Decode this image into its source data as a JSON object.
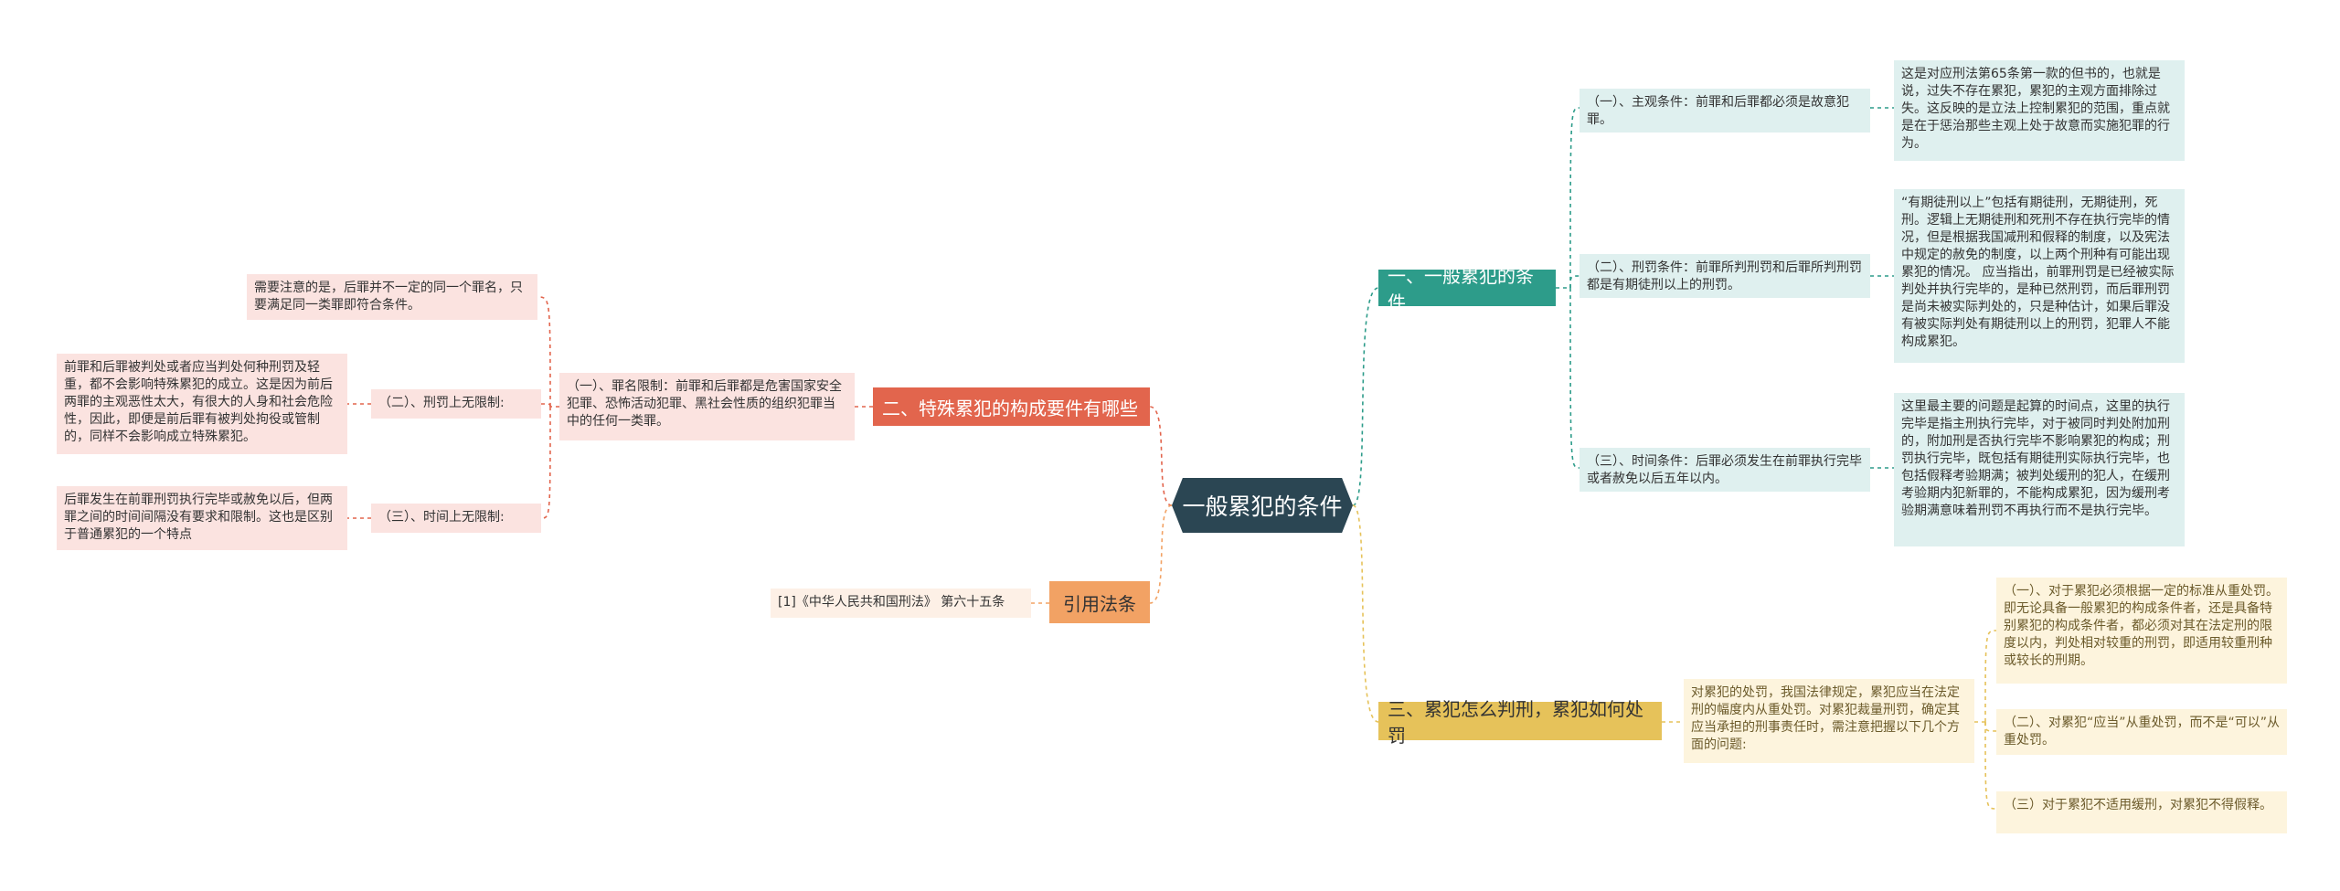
{
  "root": {
    "title": "一般累犯的条件"
  },
  "branches": {
    "general": {
      "label": "一、一般累犯的条件"
    },
    "special": {
      "label": "二、特殊累犯的构成要件有哪些"
    },
    "law": {
      "label": "引用法条"
    },
    "sentence": {
      "label": "三、累犯怎么判刑，累犯如何处罚"
    }
  },
  "general": {
    "subjective": {
      "label": "（一）、主观条件：前罪和后罪都必须是故意犯罪。",
      "detail": "这是对应刑法第65条第一款的但书的，也就是说，过失不存在累犯，累犯的主观方面排除过失。这反映的是立法上控制累犯的范围，重点就是在于惩治那些主观上处于故意而实施犯罪的行为。"
    },
    "penalty": {
      "label": "（二）、刑罚条件：前罪所判刑罚和后罪所判刑罚都是有期徒刑以上的刑罚。",
      "detail": "“有期徒刑以上”包括有期徒刑，无期徒刑，死刑。逻辑上无期徒刑和死刑不存在执行完毕的情况，但是根据我国减刑和假释的制度，以及宪法中规定的赦免的制度，以上两个刑种有可能出现累犯的情况。 应当指出，前罪刑罚是已经被实际判处并执行完毕的，是种已然刑罚，而后罪刑罚是尚未被实际判处的，只是种估计，如果后罪没有被实际判处有期徒刑以上的刑罚，犯罪人不能构成累犯。"
    },
    "time": {
      "label": "（三）、时间条件：后罪必须发生在前罪执行完毕或者赦免以后五年以内。",
      "detail": "这里最主要的问题是起算的时间点，这里的执行完毕是指主刑执行完毕，对于被同时判处附加刑的，附加刑是否执行完毕不影响累犯的构成；刑罚执行完毕，既包括有期徒刑实际执行完毕，也包括假释考验期满；被判处缓刑的犯人，在缓刑考验期内犯新罪的，不能构成累犯，因为缓刑考验期满意味着刑罚不再执行而不是执行完毕。"
    }
  },
  "special": {
    "crime": {
      "label": "（一）、罪名限制：前罪和后罪都是危害国家安全犯罪、恐怖活动犯罪、黑社会性质的组织犯罪当中的任何一类罪。",
      "detail": "需要注意的是，后罪并不一定的同一个罪名，只要满足同一类罪即符合条件。"
    },
    "penalty": {
      "label": "（二）、刑罚上无限制:",
      "detail": "前罪和后罪被判处或者应当判处何种刑罚及轻重，都不会影响特殊累犯的成立。这是因为前后两罪的主观恶性太大，有很大的人身和社会危险性，因此，即便是前后罪有被判处拘役或管制的，同样不会影响成立特殊累犯。"
    },
    "time": {
      "label": "（三）、时间上无限制:",
      "detail": "后罪发生在前罪刑罚执行完毕或赦免以后，但两罪之间的时间间隔没有要求和限制。这也是区别于普通累犯的一个特点"
    }
  },
  "law": {
    "ref": "[1]《中华人民共和国刑法》 第六十五条"
  },
  "sentence": {
    "intro": "对累犯的处罚，我国法律规定，累犯应当在法定刑的幅度内从重处罚。对累犯裁量刑罚，确定其应当承担的刑事责任时，需注意把握以下几个方面的问题:",
    "items": [
      "（一）、对于累犯必须根据一定的标准从重处罚。即无论具备一般累犯的构成条件者，还是具备特别累犯的构成条件者，都必须对其在法定刑的限度以内，判处相对较重的刑罚，即适用较重刑种或较长的刑期。",
      "（二）、对累犯“应当”从重处罚，而不是“可以”从重处罚。",
      "（三）对于累犯不适用缓刑，对累犯不得假释。"
    ]
  },
  "colors": {
    "root": "#2b4653",
    "teal": "#2d9c8a",
    "red": "#e2654d",
    "orange": "#f2a264",
    "yellow": "#e6c25a"
  }
}
